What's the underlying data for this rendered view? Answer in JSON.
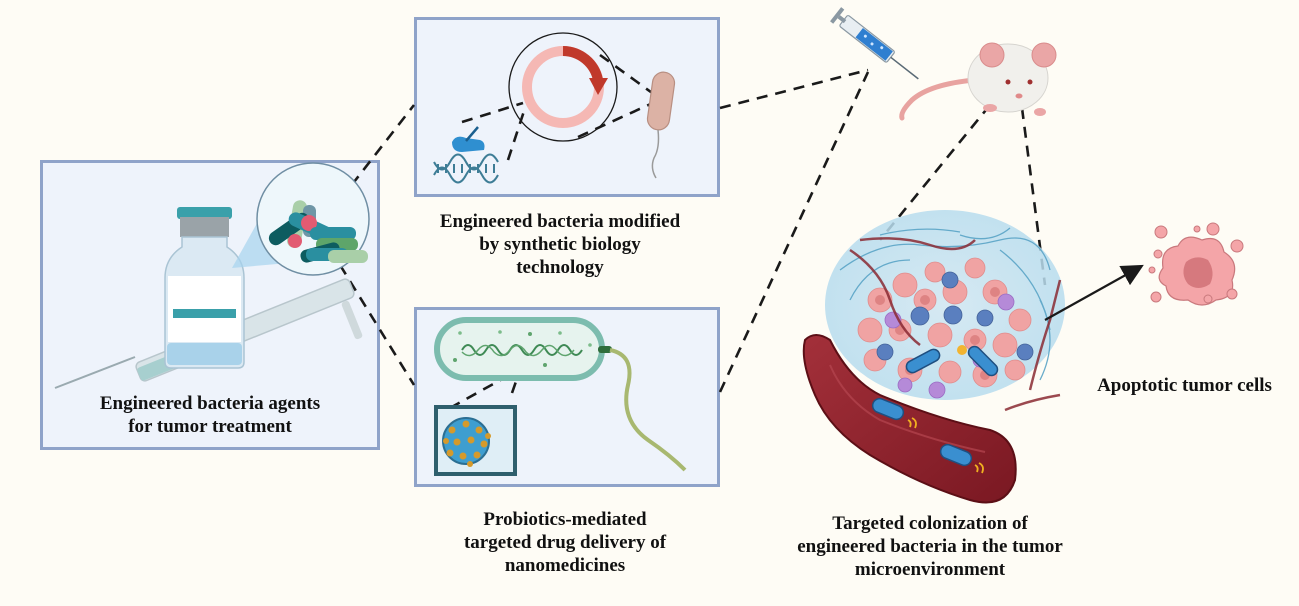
{
  "figure": {
    "title": "Engineered bacteria for tumor therapy workflow",
    "panels": [
      {
        "id": "agents",
        "caption": "Engineered bacteria agents\nfor tumor treatment"
      },
      {
        "id": "synbio",
        "caption": "Engineered bacteria modified\nby synthetic biology\ntechnology"
      },
      {
        "id": "probiotics",
        "caption": "Probiotics-mediated\ntargeted drug delivery of\nnanomedicines"
      },
      {
        "id": "colonization",
        "caption": "Targeted colonization of\nengineered bacteria in the tumor\nmicroenvironment"
      },
      {
        "id": "apoptosis",
        "caption": "Apoptotic tumor cells"
      }
    ],
    "icons": {
      "vial": "vial-icon",
      "syringe": "syringe-icon",
      "bacteria_cluster": "bacteria-cluster-icon",
      "plasmid": "plasmid-icon",
      "dna": "dna-icon",
      "gene_edit_hand": "gene-editing-hand-icon",
      "bacterium": "bacterium-icon",
      "probiotic_cell": "probiotic-cell-icon",
      "nanoparticle": "nanoparticle-icon",
      "mouse": "mouse-icon",
      "injection_syringe": "injection-syringe-icon",
      "tumor": "tumor-microenvironment-icon",
      "blood_vessel": "blood-vessel-icon",
      "apoptotic_cell": "apoptotic-cell-icon"
    },
    "colors": {
      "background": "#fefcf5",
      "panel_fill": "#eef3fb",
      "panel_border": "#8fa3c9",
      "teal": "#2a8fa0",
      "vessel": "#8a1f2a",
      "tumor_pink": "#f0a3a3",
      "apoptotic_pink": "#f2a5a8"
    }
  }
}
